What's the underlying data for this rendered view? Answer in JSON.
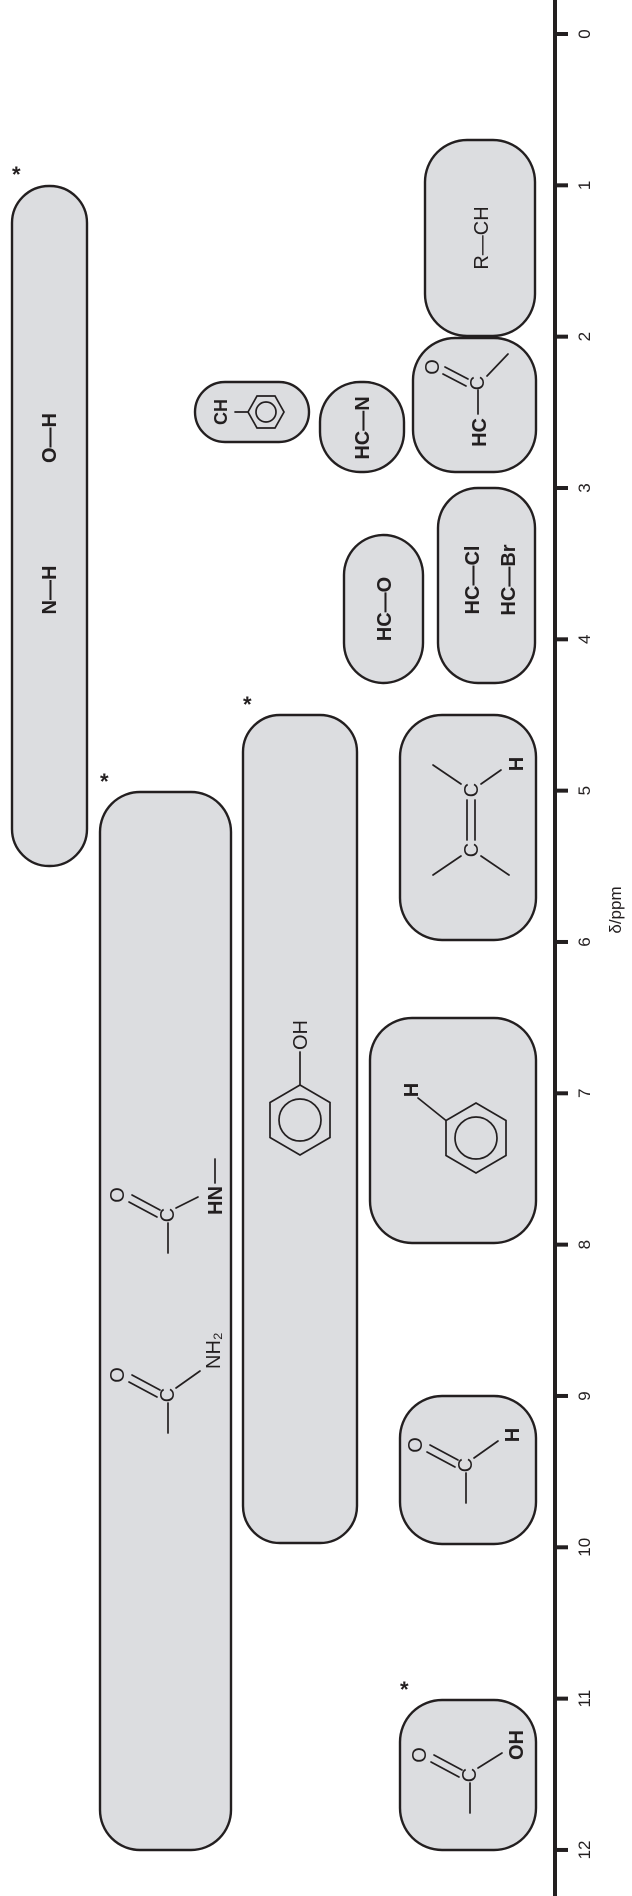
{
  "chart_data": {
    "type": "range-chart",
    "title": "",
    "axis": {
      "label": "δ/ppm",
      "min": 0,
      "max": 12,
      "reversed": true,
      "ticks": [
        0,
        1,
        2,
        3,
        4,
        5,
        6,
        7,
        8,
        9,
        10,
        11,
        12
      ]
    },
    "ranges": [
      {
        "id": "nh-oh",
        "labels": [
          "N—H",
          "O—H"
        ],
        "from": 1.0,
        "to": 5.5,
        "exchangeable": true
      },
      {
        "id": "amide",
        "labels": [
          "—C(=O)NH₂",
          "—C(=O)HN—"
        ],
        "from": 5.0,
        "to": 12.0,
        "exchangeable": true
      },
      {
        "id": "phenol",
        "labels": [
          "C₆H₅—OH"
        ],
        "from": 4.5,
        "to": 10.0,
        "exchangeable": true
      },
      {
        "id": "alkyl",
        "labels": [
          "R—CH"
        ],
        "from": 0.7,
        "to": 2.0,
        "exchangeable": false
      },
      {
        "id": "carbonyl-ch",
        "labels": [
          "HC—C(=O)—"
        ],
        "from": 2.0,
        "to": 2.9,
        "exchangeable": false
      },
      {
        "id": "benzylic",
        "labels": [
          "CH—C₆H₅"
        ],
        "from": 2.3,
        "to": 2.7,
        "exchangeable": false
      },
      {
        "id": "amine-ch",
        "labels": [
          "HC—N"
        ],
        "from": 2.3,
        "to": 2.9,
        "exchangeable": false
      },
      {
        "id": "haloalkane",
        "labels": [
          "HC—Cl",
          "HC—Br"
        ],
        "from": 3.0,
        "to": 4.3,
        "exchangeable": false
      },
      {
        "id": "ether-ch",
        "labels": [
          "HC—O"
        ],
        "from": 3.3,
        "to": 4.3,
        "exchangeable": false
      },
      {
        "id": "alkene",
        "labels": [
          "C=C—H"
        ],
        "from": 4.5,
        "to": 6.0,
        "exchangeable": false
      },
      {
        "id": "aromatic",
        "labels": [
          "C₆H₅—H"
        ],
        "from": 6.5,
        "to": 8.0,
        "exchangeable": false
      },
      {
        "id": "aldehyde",
        "labels": [
          "—C(=O)—H"
        ],
        "from": 9.0,
        "to": 10.0,
        "exchangeable": false
      },
      {
        "id": "carboxylic-acid",
        "labels": [
          "—C(=O)—OH"
        ],
        "from": 11.0,
        "to": 12.0,
        "exchangeable": true
      }
    ],
    "exchangeable_marker": "*",
    "colors": {
      "fill": "#dcdde0",
      "stroke": "#231f20",
      "axis": "#231f20"
    }
  }
}
